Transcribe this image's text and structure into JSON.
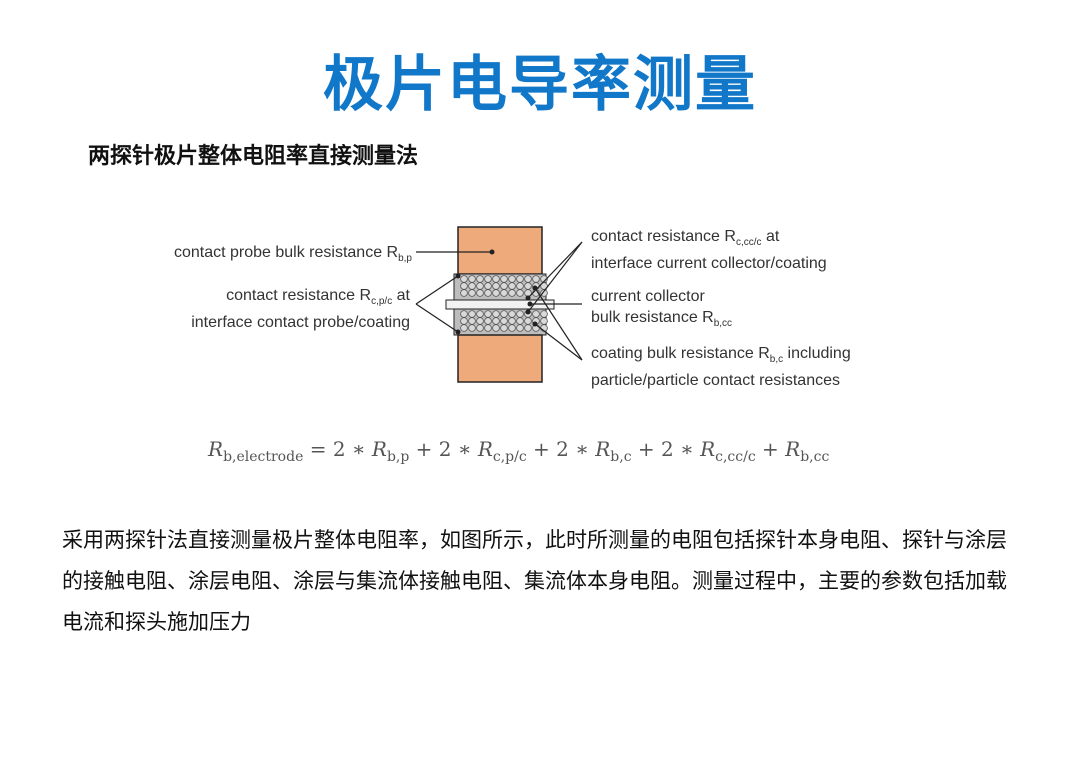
{
  "title": "极片电导率测量",
  "subtitle": "两探针极片整体电阻率直接测量法",
  "diagram": {
    "colors": {
      "probe": "#efaa7b",
      "coating": "#bdbdbd",
      "collector": "#f2f2f2",
      "line": "#222222"
    },
    "labels": {
      "probe_bulk": "contact probe bulk resistance R",
      "probe_bulk_sub": "b,p",
      "cpc_line1": "contact resistance R",
      "cpc_sub": "c,p/c",
      "cpc_line1_end": " at",
      "cpc_line2": "interface contact probe/coating",
      "ccc_line1": "contact resistance R",
      "ccc_sub": "c,cc/c",
      "ccc_line1_end": " at",
      "ccc_line2": "interface current collector/coating",
      "cc_line1": "current collector",
      "cc_line2": "bulk resistance R",
      "cc_sub": "b,cc",
      "coat_line1": "coating bulk resistance R",
      "coat_sub": "b,c",
      "coat_line1_end": " including",
      "coat_line2": "particle/particle contact resistances"
    }
  },
  "formula": {
    "lhs": "R",
    "lhs_sub": "b,electrode",
    "eq": " = 2 ∗ ",
    "t1": "R",
    "t1_sub": "b,p",
    "op1": " + 2 ∗ ",
    "t2": "R",
    "t2_sub": "c,p/c",
    "op2": " + 2 ∗ ",
    "t3": "R",
    "t3_sub": "b,c",
    "op3": " + 2 ∗ ",
    "t4": "R",
    "t4_sub": "c,cc/c",
    "op4": " + ",
    "t5": "R",
    "t5_sub": "b,cc"
  },
  "body": "采用两探针法直接测量极片整体电阻率，如图所示，此时所测量的电阻包括探针本身电阻、探针与涂层的接触电阻、涂层电阻、涂层与集流体接触电阻、集流体本身电阻。测量过程中，主要的参数包括加载电流和探头施加压力"
}
